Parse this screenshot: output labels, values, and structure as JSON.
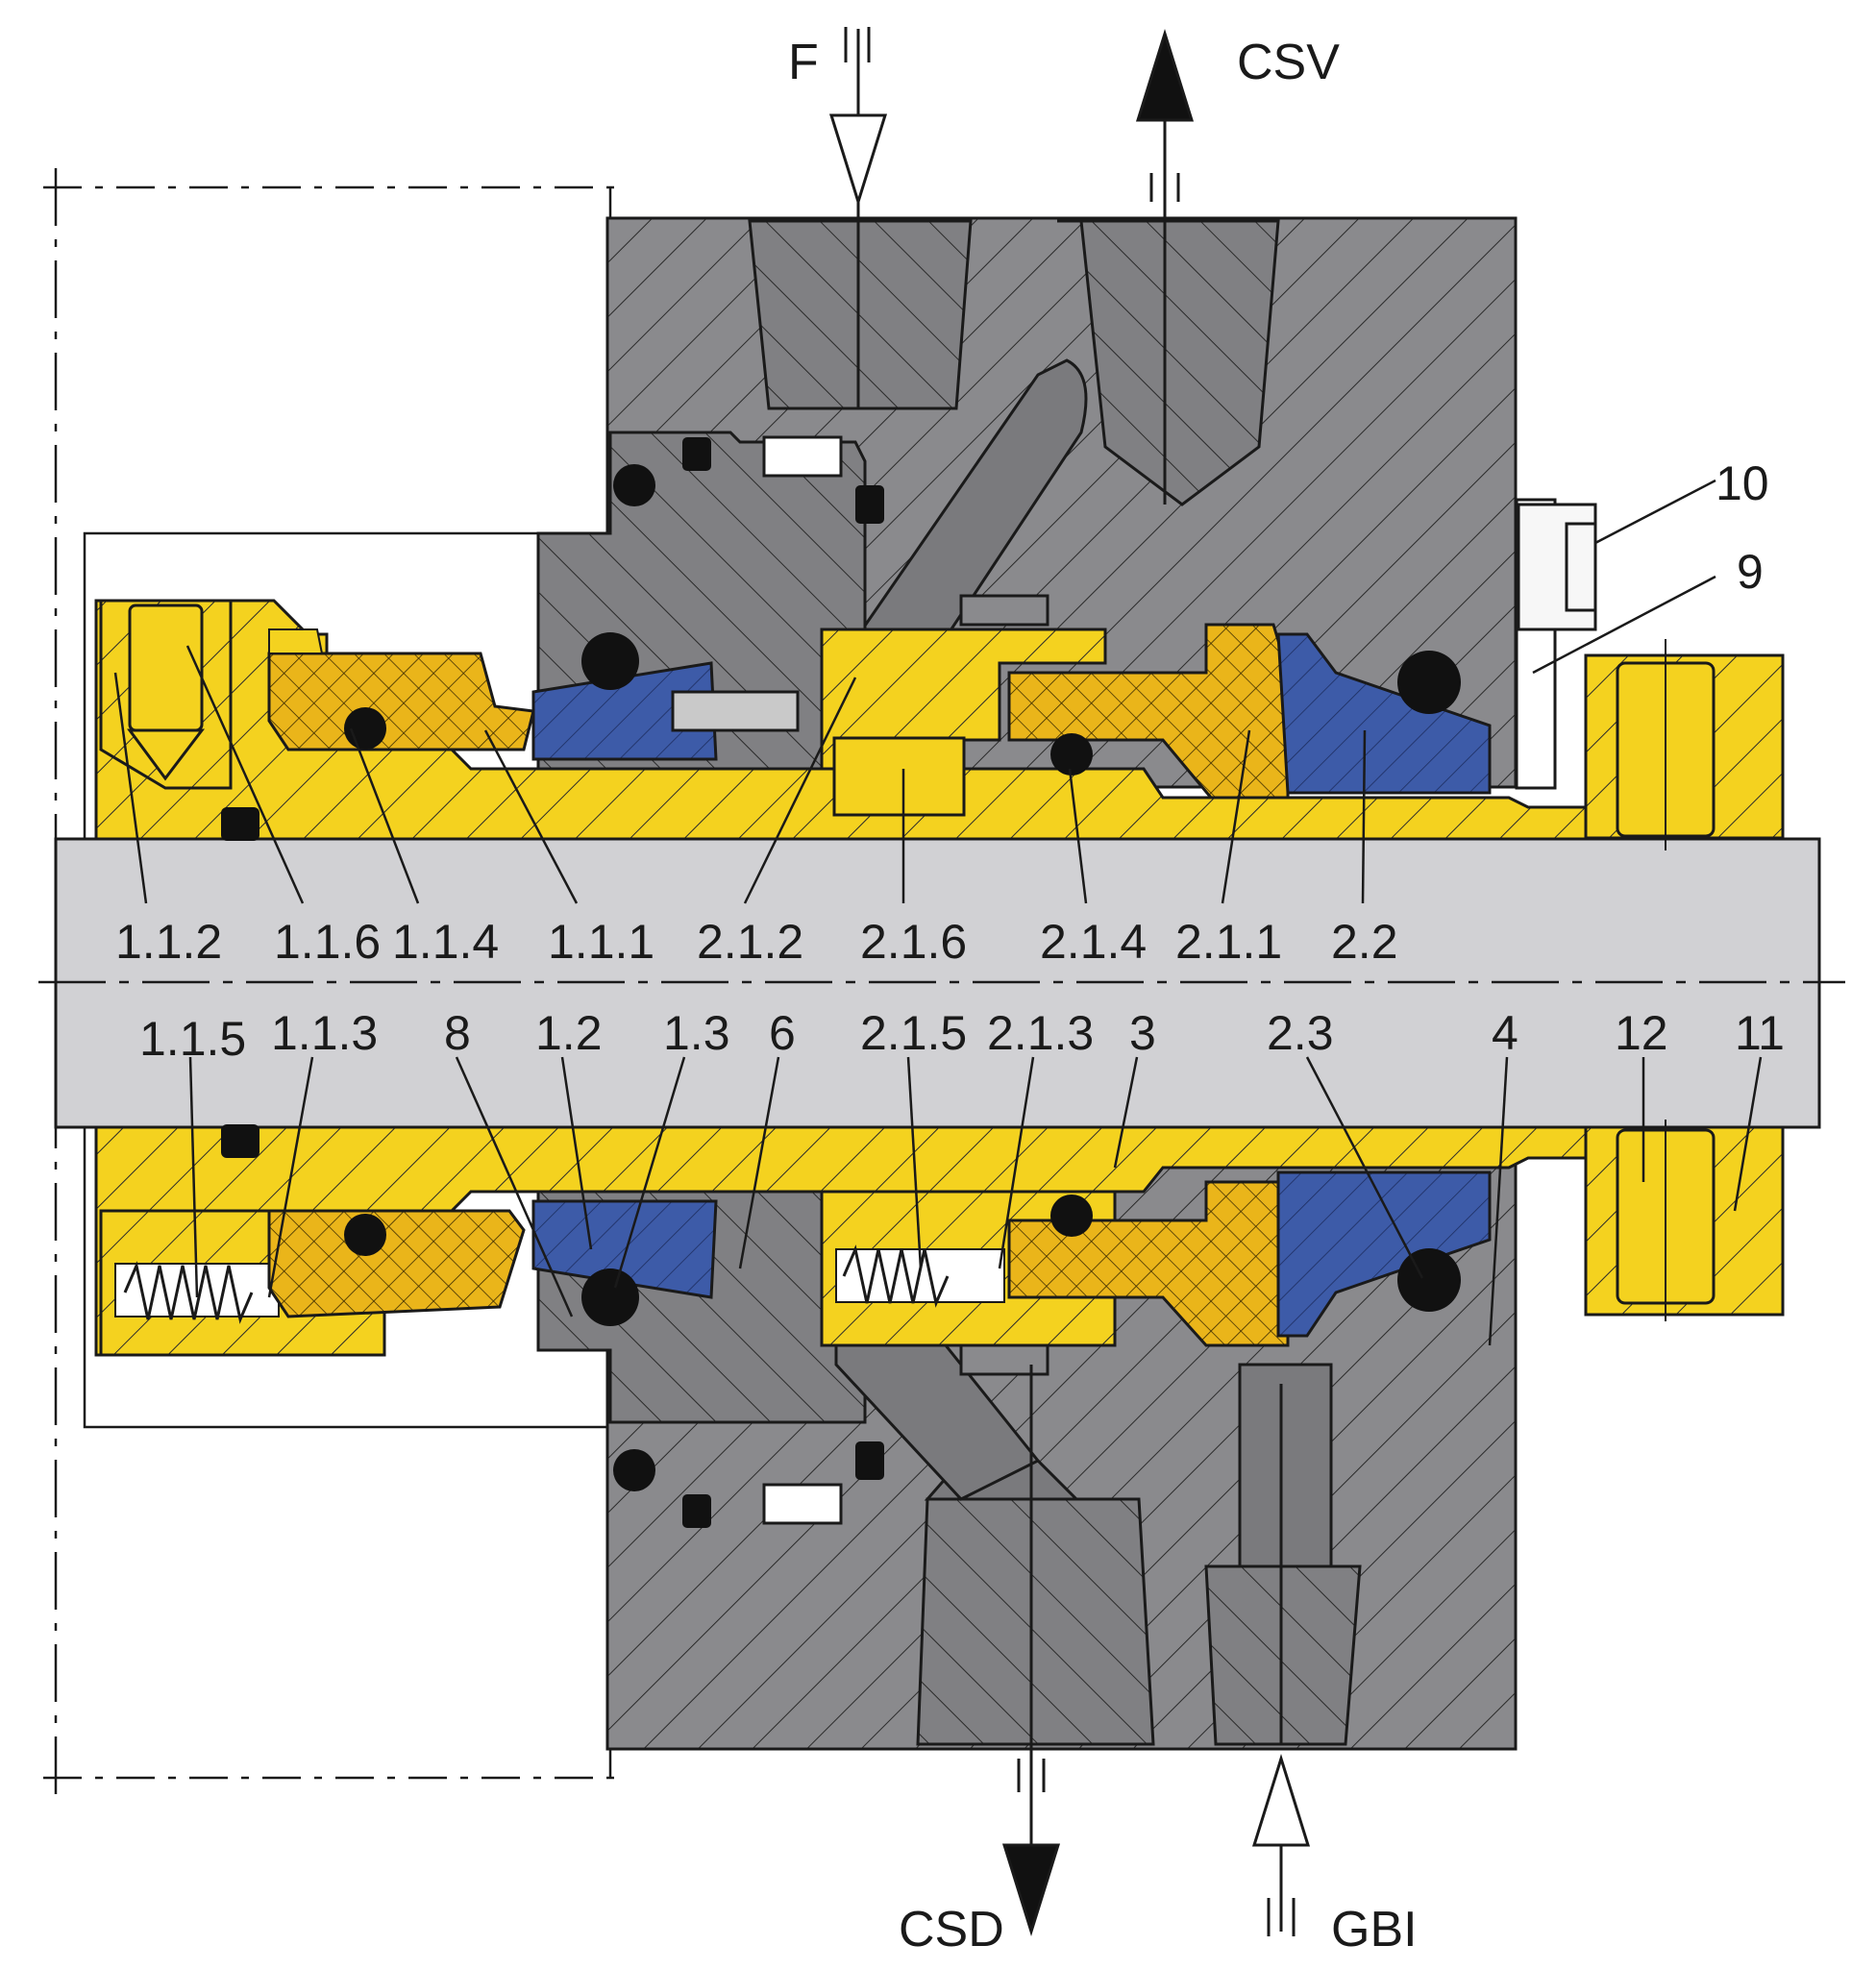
{
  "ports": [
    {
      "id": "F",
      "label": "F"
    },
    {
      "id": "CSV",
      "label": "CSV"
    },
    {
      "id": "CSD",
      "label": "CSD"
    },
    {
      "id": "GBI",
      "label": "GBI"
    }
  ],
  "upper_labels": [
    {
      "id": "p1_1_2",
      "text": "1.1.2"
    },
    {
      "id": "p1_1_6",
      "text": "1.1.6"
    },
    {
      "id": "p1_1_4",
      "text": "1.1.4"
    },
    {
      "id": "p1_1_1",
      "text": "1.1.1"
    },
    {
      "id": "p2_1_2",
      "text": "2.1.2"
    },
    {
      "id": "p2_1_6",
      "text": "2.1.6"
    },
    {
      "id": "p2_1_4",
      "text": "2.1.4"
    },
    {
      "id": "p2_1_1",
      "text": "2.1.1"
    },
    {
      "id": "p2_2",
      "text": "2.2"
    }
  ],
  "lower_labels": [
    {
      "id": "p1_1_5",
      "text": "1.1.5"
    },
    {
      "id": "p1_1_3",
      "text": "1.1.3"
    },
    {
      "id": "p8",
      "text": "8"
    },
    {
      "id": "p1_2",
      "text": "1.2"
    },
    {
      "id": "p1_3",
      "text": "1.3"
    },
    {
      "id": "p6",
      "text": "6"
    },
    {
      "id": "p2_1_5",
      "text": "2.1.5"
    },
    {
      "id": "p2_1_3",
      "text": "2.1.3"
    },
    {
      "id": "p3",
      "text": "3"
    },
    {
      "id": "p2_3",
      "text": "2.3"
    },
    {
      "id": "p4",
      "text": "4"
    },
    {
      "id": "p12",
      "text": "12"
    },
    {
      "id": "p11",
      "text": "11"
    }
  ],
  "right_labels": [
    {
      "id": "p10",
      "text": "10"
    },
    {
      "id": "p9",
      "text": "9"
    }
  ],
  "colors": {
    "housing": "#8a8a8d",
    "housing_dark": "#6f6f72",
    "shaft": "#d1d1d4",
    "yellow": "#f4d21f",
    "yellow_cross": "#e8b818",
    "blue": "#3d5ba8",
    "black": "#111111",
    "outline": "#1a1a1a"
  }
}
